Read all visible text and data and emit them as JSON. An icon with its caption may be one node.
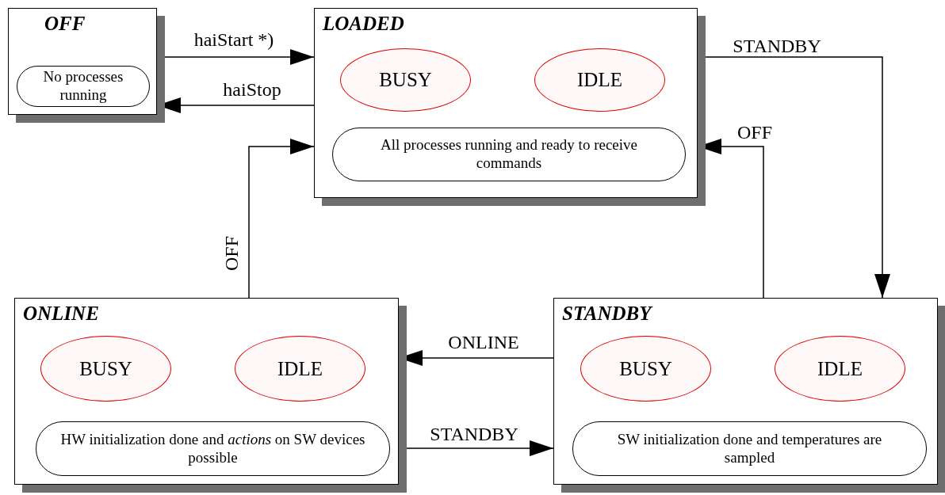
{
  "diagram": {
    "nodes": [
      {
        "text": [
          "OFF"
        ]
      },
      {
        "text": [
          "No processes running"
        ],
        "in": 0
      },
      {
        "text": [
          "LOADED"
        ]
      },
      {
        "text": [
          "BUSY"
        ],
        "in": 2
      },
      {
        "text": [
          "IDLE"
        ],
        "in": 2
      },
      {
        "text": [
          "All processes running and ready to receive commands"
        ],
        "in": 2
      },
      {
        "text": [
          "ONLINE"
        ]
      },
      {
        "text": [
          "BUSY"
        ],
        "in": 6
      },
      {
        "text": [
          "IDLE"
        ],
        "in": 6
      },
      {
        "text": [
          "HW initialization done and *actions* on SW devices possible"
        ],
        "in": 6
      },
      {
        "text": [
          "STANDBY"
        ]
      },
      {
        "text": [
          "BUSY"
        ],
        "in": 10
      },
      {
        "text": [
          "IDLE"
        ],
        "in": 10
      },
      {
        "text": [
          "SW initialization done and temperatures are sampled"
        ],
        "in": 10
      }
    ],
    "edges": [
      {
        "from": 0,
        "to": 2,
        "arrow": "to",
        "label": "haiStart *)"
      },
      {
        "from": 2,
        "to": 0,
        "arrow": "to",
        "label": "haiStop"
      },
      {
        "from": 2,
        "to": 10,
        "arrow": "to",
        "label": "STANDBY"
      },
      {
        "from": 10,
        "to": 2,
        "arrow": "to",
        "label": "OFF"
      },
      {
        "from": 6,
        "to": 2,
        "arrow": "to",
        "label": "OFF"
      },
      {
        "from": 10,
        "to": 6,
        "arrow": "to",
        "label": "ONLINE"
      },
      {
        "from": 6,
        "to": 10,
        "arrow": "to",
        "label": "STANDBY"
      }
    ]
  }
}
